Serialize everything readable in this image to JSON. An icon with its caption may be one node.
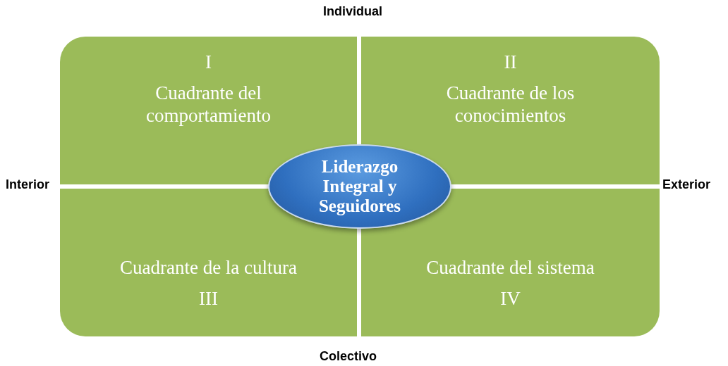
{
  "diagram": {
    "nodes": [
      {
        "text": [
          "I",
          "Cuadrante del comportamiento"
        ]
      },
      {
        "text": [
          "II",
          "Cuadrante de los conocimientos"
        ]
      },
      {
        "text": [
          "Cuadrante de la cultura",
          "III"
        ]
      },
      {
        "text": [
          "Cuadrante del sistema",
          "IV"
        ]
      },
      {
        "text": [
          "Liderazgo Integral y Seguidores"
        ]
      }
    ],
    "labels": [
      "Individual",
      "Interior",
      "Exterior",
      "Colectivo"
    ]
  }
}
